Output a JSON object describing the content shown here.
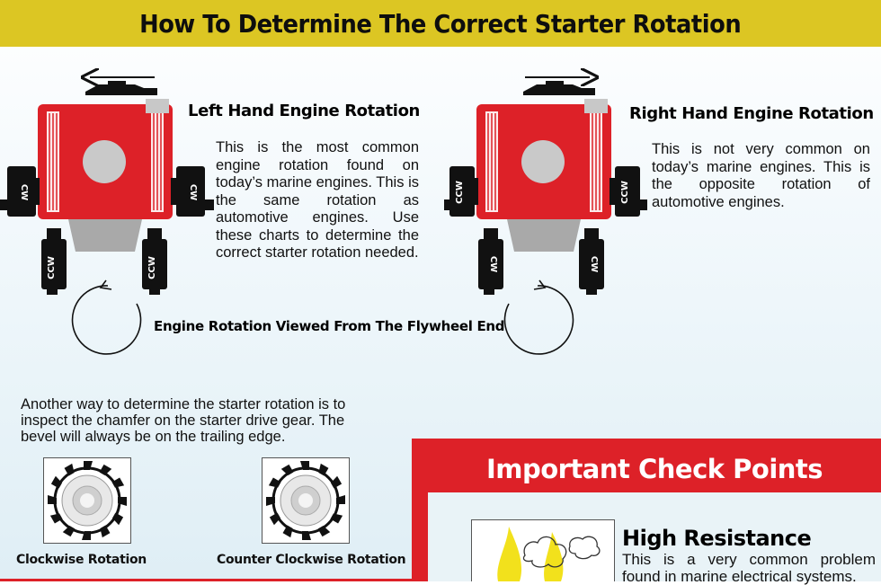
{
  "header": {
    "title": "How To Determine The Correct Starter Rotation"
  },
  "left_engine": {
    "heading": "Left Hand Engine Rotation",
    "body": "This is the most common engine rotation found on today’s marine engines. This is the same rotation as automotive engines. Use these charts to determine the correct starter rotation needed.",
    "starter_labels": [
      "CW",
      "CW",
      "CCW",
      "CCW"
    ]
  },
  "right_engine": {
    "heading": "Right Hand Engine Rotation",
    "body": "This is not very common on today’s marine engines. This is the opposite rotation of automotive engines.",
    "starter_labels": [
      "CCW",
      "CCW",
      "CW",
      "CW"
    ]
  },
  "rotation_caption": "Engine Rotation Viewed From The Flywheel End",
  "chamfer_text": "Another way to determine the starter rotation is to inspect the chamfer on the starter drive gear. The bevel will always be on the trailing edge.",
  "gears": {
    "clockwise_label": "Clockwise Rotation",
    "counter_clockwise_label": "Counter Clockwise Rotation"
  },
  "check_points": {
    "title": "Important Check Points",
    "item_title": "High Resistance",
    "item_body": "This is a very common problem found in marine electrical systems."
  },
  "colors": {
    "banner": "#dcc623",
    "engine_red": "#dd2128",
    "panel_red": "#dd2128",
    "starter_black": "#111111",
    "text": "#111111"
  }
}
